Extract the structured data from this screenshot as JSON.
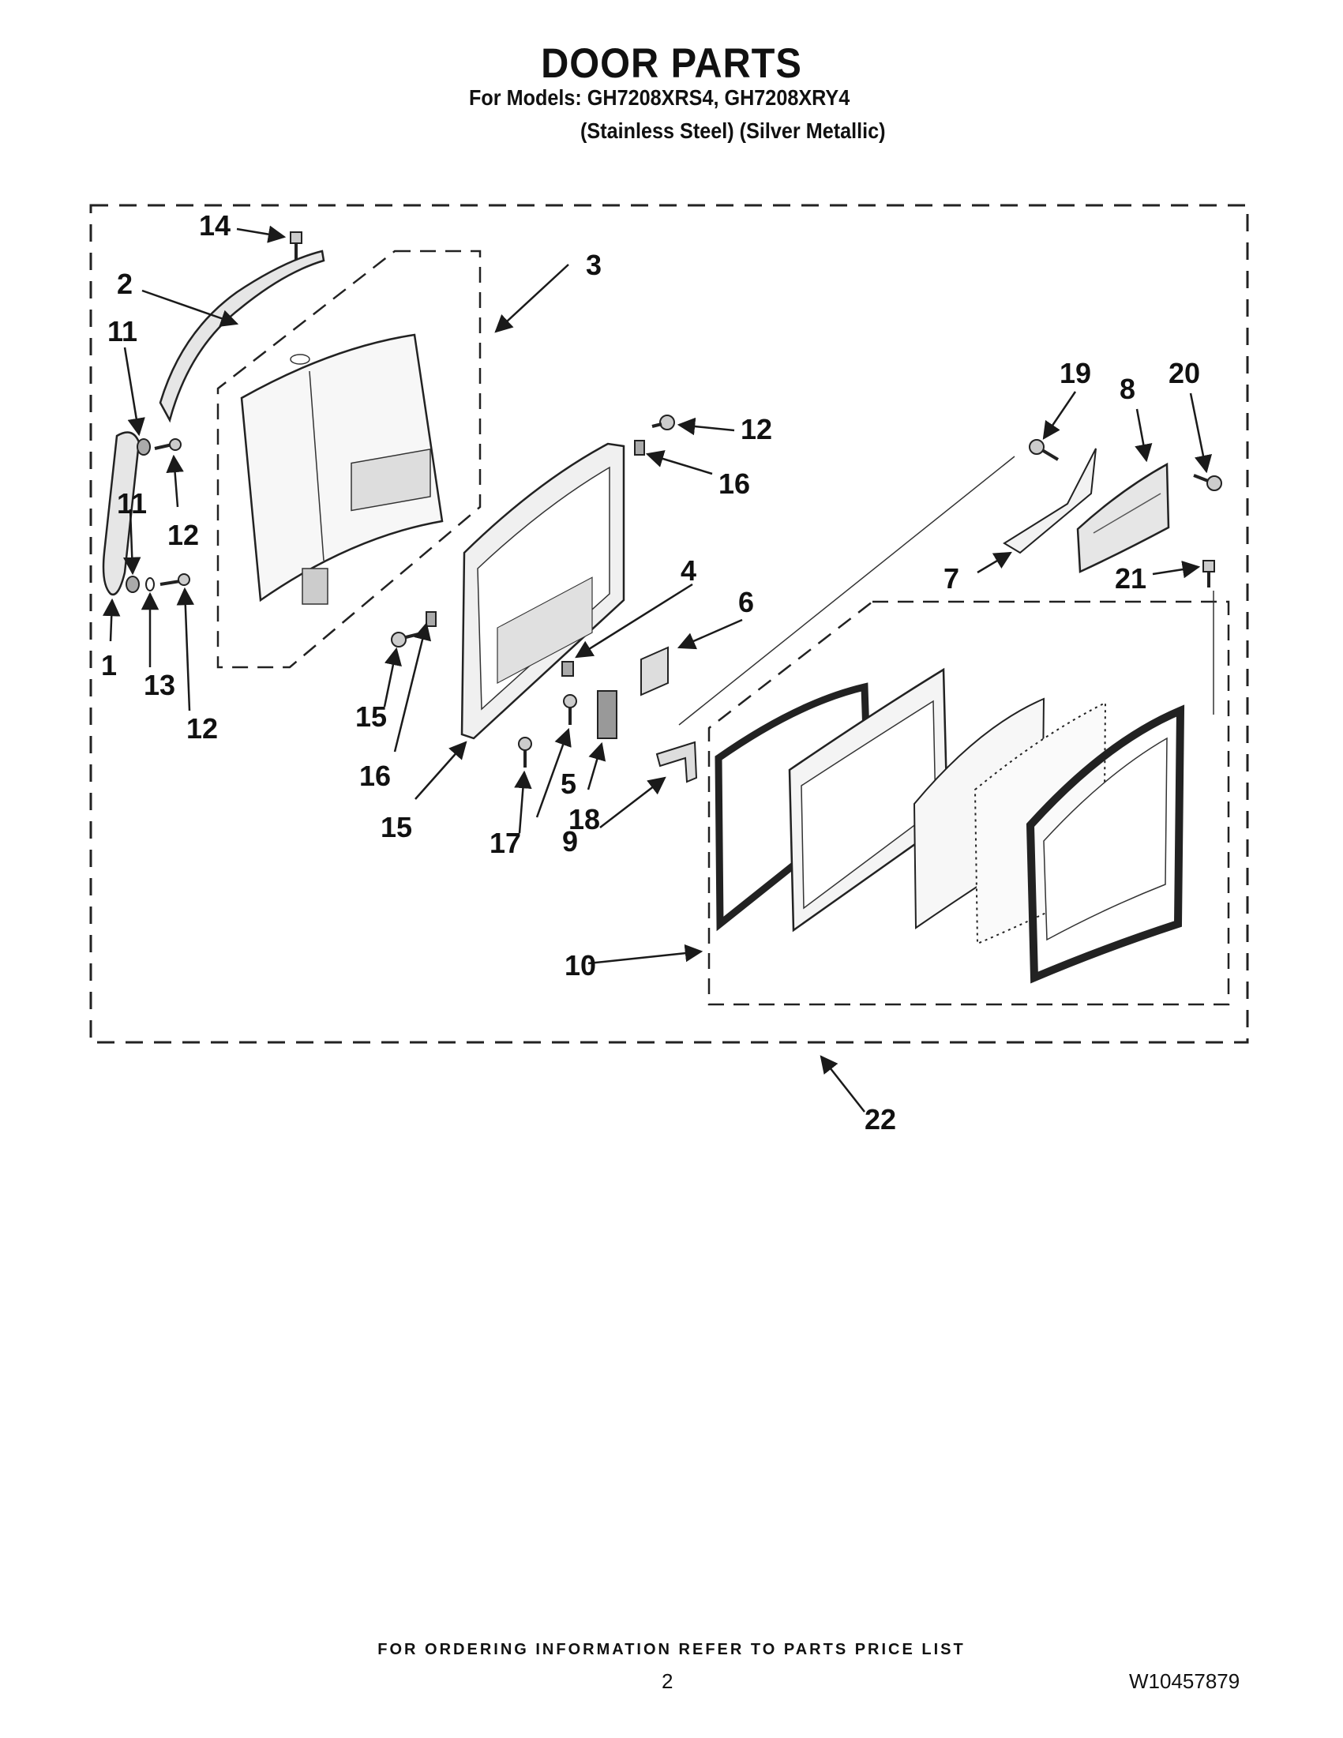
{
  "header": {
    "title": "DOOR PARTS",
    "models": "For Models: GH7208XRS4, GH7208XRY4",
    "finish": "(Stainless Steel) (Silver Metallic)"
  },
  "callouts": [
    "14",
    "3",
    "2",
    "11",
    "12",
    "11",
    "12",
    "1",
    "13",
    "12",
    "16",
    "15",
    "16",
    "15",
    "4",
    "17",
    "18",
    "5",
    "6",
    "9",
    "10",
    "19",
    "8",
    "20",
    "7",
    "21",
    "22"
  ],
  "footer": {
    "ordering": "FOR ORDERING INFORMATION REFER TO PARTS PRICE LIST",
    "page_number": "2",
    "doc_number": "W10457879"
  },
  "colors": {
    "line": "#1a1a1a",
    "part_fill": "#e6e6e6",
    "part_dark": "#8a8a8a"
  }
}
